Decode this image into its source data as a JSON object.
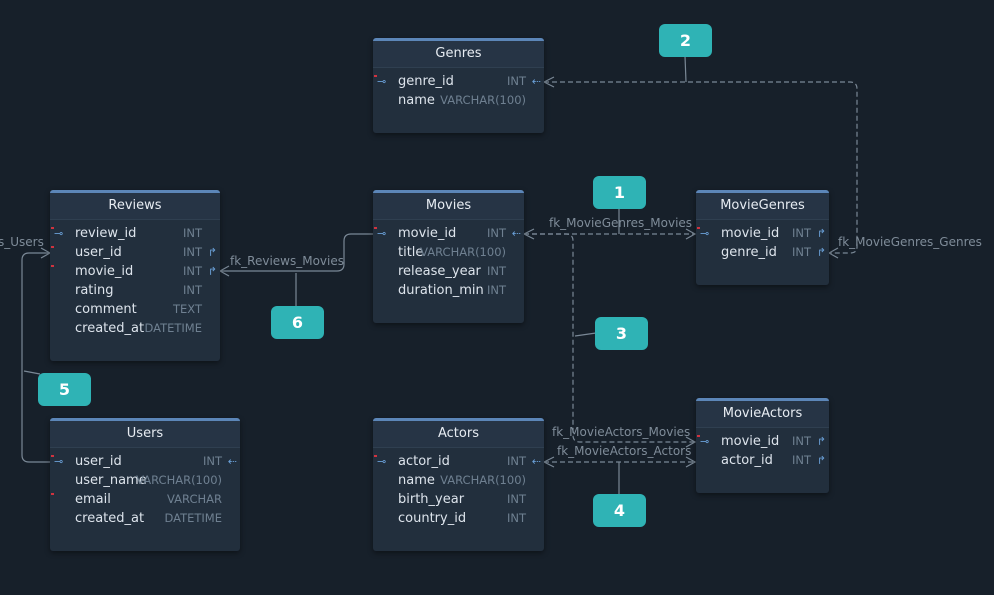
{
  "tables": [
    {
      "id": "genres",
      "name": "Genres",
      "columns": [
        {
          "name": "genre_id",
          "type": "INT",
          "pk": true,
          "ref": "in",
          "mark": true
        },
        {
          "name": "name",
          "type": "VARCHAR(100)"
        }
      ]
    },
    {
      "id": "movies",
      "name": "Movies",
      "columns": [
        {
          "name": "movie_id",
          "type": "INT",
          "pk": true,
          "ref": "in",
          "mark": true
        },
        {
          "name": "title",
          "type": "VARCHAR(100)"
        },
        {
          "name": "release_year",
          "type": "INT"
        },
        {
          "name": "duration_min",
          "type": "INT"
        }
      ]
    },
    {
      "id": "reviews",
      "name": "Reviews",
      "columns": [
        {
          "name": "review_id",
          "type": "INT",
          "pk": true,
          "mark": true
        },
        {
          "name": "user_id",
          "type": "INT",
          "ref": "out",
          "mark": true
        },
        {
          "name": "movie_id",
          "type": "INT",
          "ref": "out",
          "mark": true
        },
        {
          "name": "rating",
          "type": "INT"
        },
        {
          "name": "comment",
          "type": "TEXT"
        },
        {
          "name": "created_at",
          "type": "DATETIME"
        }
      ]
    },
    {
      "id": "moviegenres",
      "name": "MovieGenres",
      "columns": [
        {
          "name": "movie_id",
          "type": "INT",
          "pk": true,
          "ref": "out",
          "mark": true
        },
        {
          "name": "genre_id",
          "type": "INT",
          "ref": "out"
        }
      ]
    },
    {
      "id": "users",
      "name": "Users",
      "columns": [
        {
          "name": "user_id",
          "type": "INT",
          "pk": true,
          "ref": "in",
          "mark": true
        },
        {
          "name": "user_name",
          "type": "VARCHAR(100)"
        },
        {
          "name": "email",
          "type": "VARCHAR",
          "mark": true
        },
        {
          "name": "created_at",
          "type": "DATETIME"
        }
      ]
    },
    {
      "id": "actors",
      "name": "Actors",
      "columns": [
        {
          "name": "actor_id",
          "type": "INT",
          "pk": true,
          "ref": "in",
          "mark": true
        },
        {
          "name": "name",
          "type": "VARCHAR(100)"
        },
        {
          "name": "birth_year",
          "type": "INT"
        },
        {
          "name": "country_id",
          "type": "INT"
        }
      ]
    },
    {
      "id": "movieactors",
      "name": "MovieActors",
      "columns": [
        {
          "name": "movie_id",
          "type": "INT",
          "pk": true,
          "ref": "out",
          "mark": true
        },
        {
          "name": "actor_id",
          "type": "INT",
          "ref": "out"
        }
      ]
    }
  ],
  "relations": [
    {
      "id": "mg-movies",
      "label": "fk_MovieGenres_Movies"
    },
    {
      "id": "mg-genres",
      "label": "fk_MovieGenres_Genres"
    },
    {
      "id": "rev-movies",
      "label": "fk_Reviews_Movies"
    },
    {
      "id": "rev-users",
      "label": "s_Users"
    },
    {
      "id": "ma-movies",
      "label": "fk_MovieActors_Movies"
    },
    {
      "id": "ma-actors",
      "label": "fk_MovieActors_Actors"
    }
  ],
  "callouts": [
    "1",
    "2",
    "3",
    "4",
    "5",
    "6"
  ],
  "colors": {
    "background": "#17202a",
    "table": "#222f3d",
    "accent": "#5c86b8",
    "callout": "#2fb3b5",
    "line": "#7a8896"
  }
}
